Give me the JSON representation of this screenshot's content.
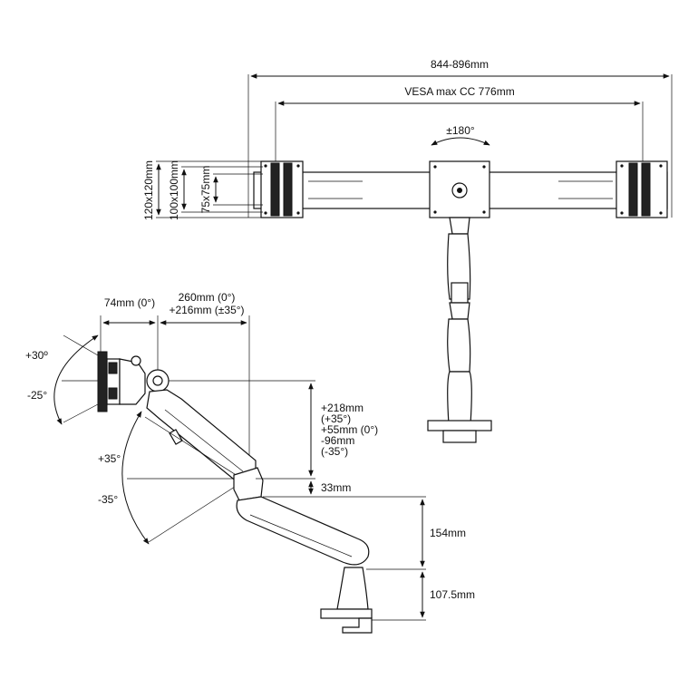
{
  "dimensions": {
    "overall_width": "844-896mm",
    "vesa_max_cc": "VESA max CC 776mm",
    "rotation": "±180°",
    "vesa_120": "120x120mm",
    "vesa_100": "100x100mm",
    "vesa_75": "75x75mm",
    "depth_74": "74mm (0°)",
    "reach_line1": "260mm (0°)",
    "reach_line2": "+216mm (±35°)",
    "tilt_up": "+30º",
    "tilt_down": "-25°",
    "arm_up": "+35°",
    "arm_down": "-35°",
    "height_line1": "+218mm",
    "height_line2": "(+35°)",
    "height_line3": "+55mm (0°)",
    "height_line4": "-96mm",
    "height_line5": "(-35°)",
    "gap_33": "33mm",
    "lower_arm_154": "154mm",
    "pole_1075": "107.5mm"
  },
  "colors": {
    "line": "#111111",
    "fill": "#ffffff",
    "dark": "#222222"
  }
}
